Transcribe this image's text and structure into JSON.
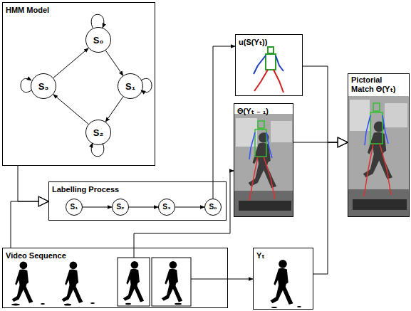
{
  "diagram": {
    "nodes": [
      {
        "text": [
          "HMM Model"
        ]
      },
      {
        "text": [
          "S₀"
        ],
        "in": 0
      },
      {
        "text": [
          "S₃"
        ],
        "in": 0
      },
      {
        "text": [
          "S₁"
        ],
        "in": 0
      },
      {
        "text": [
          "S₂"
        ],
        "in": 0
      },
      {
        "text": [
          "u(S(Yₜ))"
        ]
      },
      {
        "text": [
          "Θ(Yₜ ₋ ₁)"
        ]
      },
      {
        "text": [
          "Pictorial Match Θ(Yₜ)"
        ]
      },
      {
        "text": [
          "Labelling Process"
        ]
      },
      {
        "text": [
          "S₁"
        ],
        "in": 8
      },
      {
        "text": [
          "S₂"
        ],
        "in": 8
      },
      {
        "text": [
          "S₃"
        ],
        "in": 8
      },
      {
        "text": [
          "S₀"
        ],
        "in": 8
      },
      {
        "text": [
          "Video Sequence"
        ]
      },
      {
        "text": [
          "Yₜ"
        ]
      }
    ],
    "edges": [
      {
        "from": 1,
        "to": 3,
        "arrow": "to"
      },
      {
        "from": 3,
        "to": 4,
        "arrow": "to"
      },
      {
        "from": 4,
        "to": 2,
        "arrow": "to"
      },
      {
        "from": 2,
        "to": 1,
        "arrow": "to"
      },
      {
        "from": 9,
        "to": 10,
        "arrow": "to"
      },
      {
        "from": 10,
        "to": 11,
        "arrow": "to"
      },
      {
        "from": 11,
        "to": 12,
        "arrow": "to"
      },
      {
        "from": 0,
        "to": 8,
        "arrow": "to"
      },
      {
        "from": 13,
        "to": 8,
        "arrow": "to"
      },
      {
        "from": 12,
        "to": 5,
        "arrow": "to"
      },
      {
        "from": 13,
        "to": 6,
        "arrow": "to"
      },
      {
        "from": 13,
        "to": 14,
        "arrow": "to"
      },
      {
        "from": 5,
        "to": 7,
        "arrow": "to"
      },
      {
        "from": 6,
        "to": 7,
        "arrow": "to"
      },
      {
        "from": 14,
        "to": 7,
        "arrow": "to"
      }
    ]
  }
}
